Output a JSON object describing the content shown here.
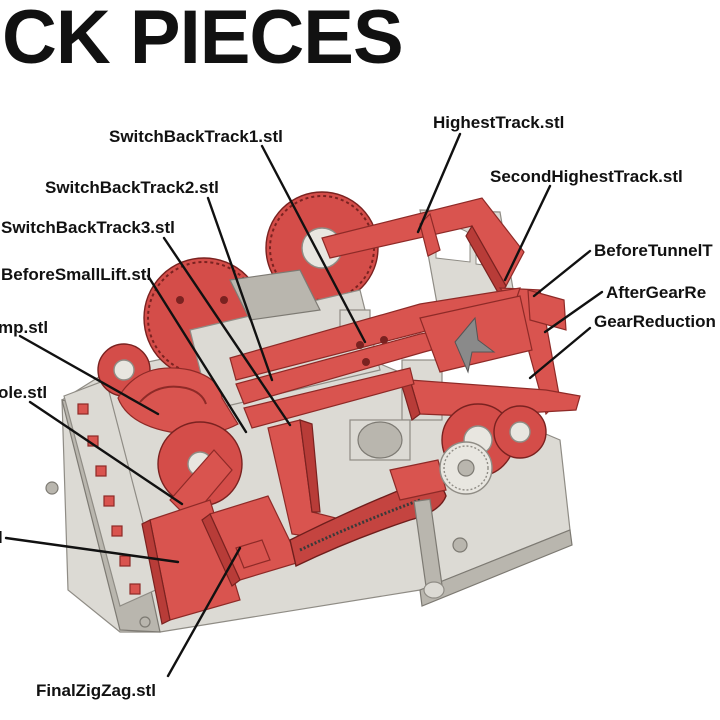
{
  "title": "CK PIECES",
  "labels": [
    {
      "id": "switchbacktrack1",
      "text": "SwitchBackTrack1.stl"
    },
    {
      "id": "highesttrack",
      "text": "HighestTrack.stl"
    },
    {
      "id": "switchbacktrack2",
      "text": "SwitchBackTrack2.stl"
    },
    {
      "id": "secondhighesttrack",
      "text": "SecondHighestTrack.stl"
    },
    {
      "id": "switchbacktrack3",
      "text": "SwitchBackTrack3.stl"
    },
    {
      "id": "beforetunnel",
      "text": "BeforeTunnelT"
    },
    {
      "id": "beforesmalllift",
      "text": "BeforeSmallLift.stl"
    },
    {
      "id": "aftergearre",
      "text": "AfterGearRe"
    },
    {
      "id": "gearreduction",
      "text": "GearReduction"
    },
    {
      "id": "mp",
      "text": "mp.stl"
    },
    {
      "id": "ole",
      "text": "ole.stl"
    },
    {
      "id": "l",
      "text": "l"
    },
    {
      "id": "finalzigzag",
      "text": "FinalZigZag.stl"
    }
  ],
  "colors": {
    "part_red": "#d9544f",
    "base_grey": "#dcdad4",
    "text": "#111111"
  }
}
